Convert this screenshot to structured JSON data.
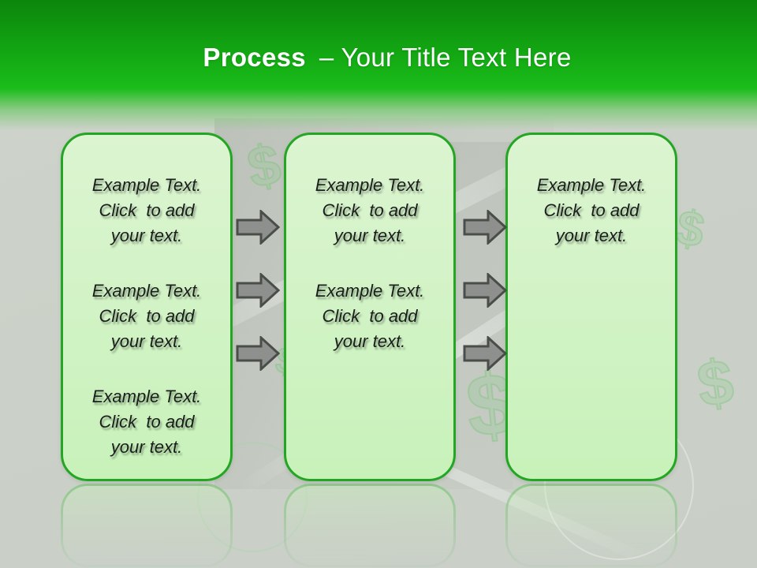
{
  "colors": {
    "background": "#cdd2ca",
    "header_green_top": "#0c860c",
    "header_green_bottom": "#1abd1a",
    "box_fill_top": "#dcf4d1",
    "box_fill_bottom": "#c8f2ba",
    "box_border": "#24a524",
    "arrow_fill": "#8e908e",
    "arrow_border": "#4b4d4b",
    "title_color": "#ffffff",
    "body_text": "#1b1f1b"
  },
  "slide": {
    "title": {
      "bold": "Process",
      "rest": "– Your Title Text Here"
    },
    "boxes": [
      {
        "paragraphs": [
          "Example Text.\nClick  to add\nyour text.",
          "Example Text.\nClick  to add\nyour text.",
          "Example Text.\nClick  to add\nyour text."
        ]
      },
      {
        "paragraphs": [
          "Example Text.\nClick  to add\nyour text.",
          "Example Text.\nClick  to add\nyour text."
        ]
      },
      {
        "paragraphs": [
          "Example Text.\nClick  to add\nyour text."
        ]
      }
    ],
    "watermark": {
      "dollar_glyph": "$"
    }
  }
}
